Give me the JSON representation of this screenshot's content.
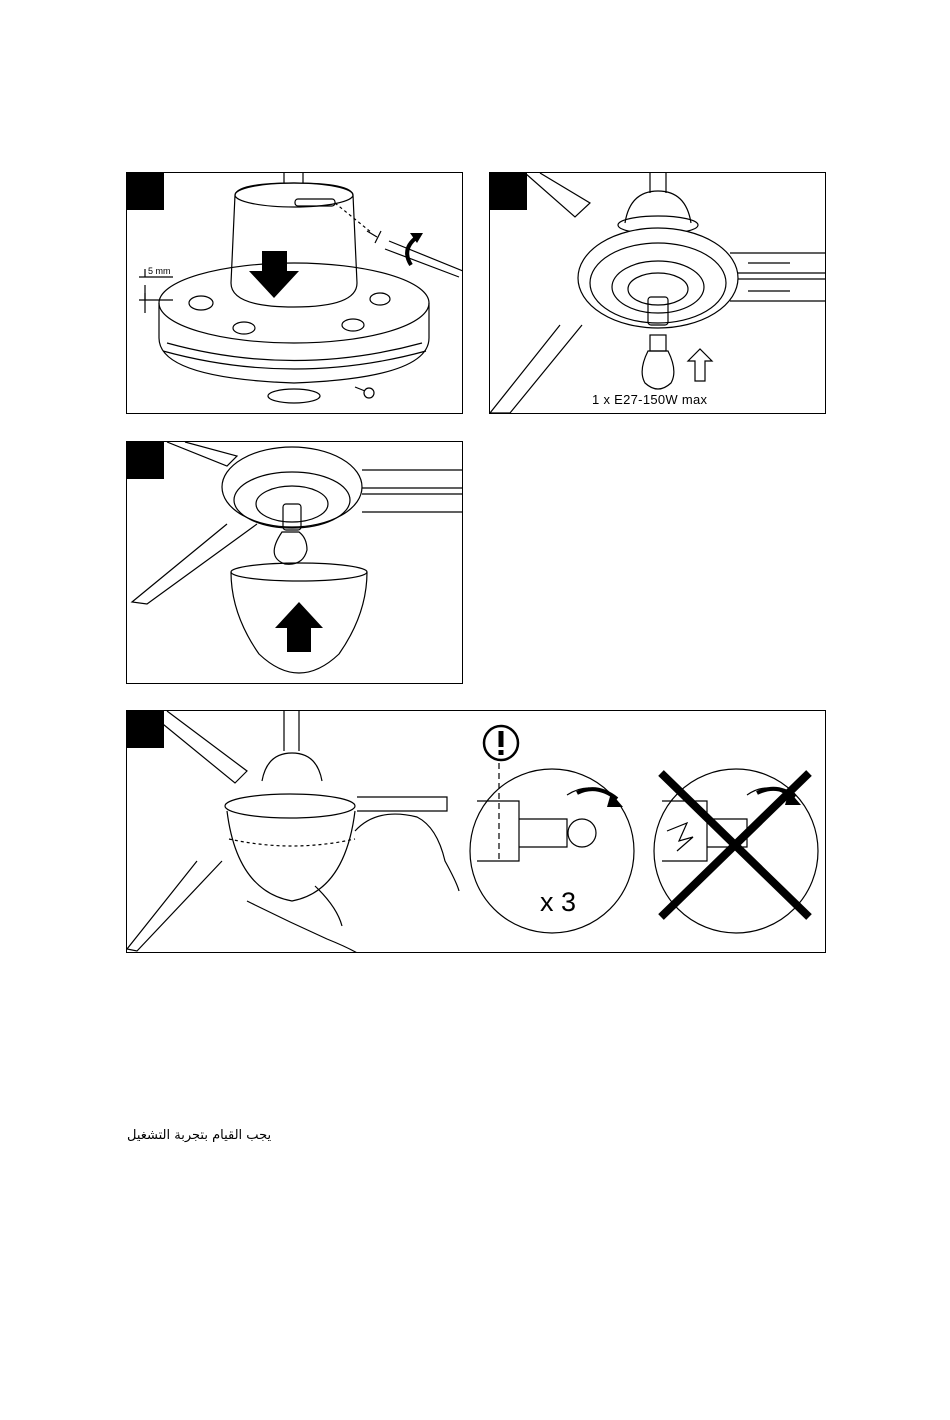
{
  "figures": [
    {
      "id": "step-1",
      "labels": {
        "gap": "5 mm"
      }
    },
    {
      "id": "step-2",
      "labels": {
        "bulb_spec": "1 x E27-150W max"
      }
    },
    {
      "id": "step-3",
      "labels": {}
    },
    {
      "id": "step-4",
      "labels": {
        "repeat": "x 3"
      }
    }
  ],
  "footer": {
    "arabic_text": "يجب القيام بتجربة التشغيل"
  },
  "icons": [
    "arrow-down-icon",
    "rotate-arrow-icon",
    "arrow-up-outline-icon",
    "arrow-up-icon",
    "warning-exclamation-icon",
    "cross-icon",
    "curved-arrow-icon"
  ]
}
